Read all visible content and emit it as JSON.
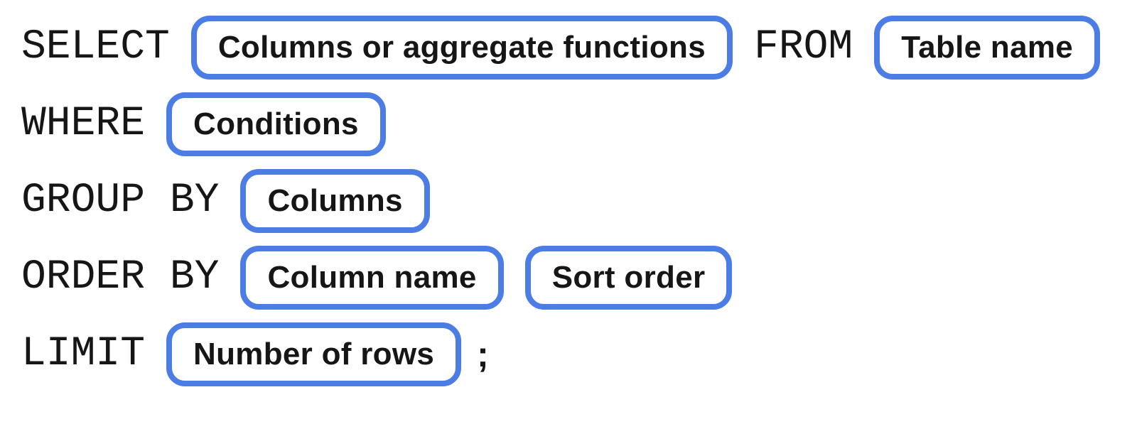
{
  "colors": {
    "background": "#ffffff",
    "pill_border": "#4C7DE4",
    "pill_background": "#ffffff",
    "text": "#161616"
  },
  "sql_template": {
    "rows": [
      {
        "keyword": "SELECT",
        "pill1": "Columns or aggregate functions",
        "keyword2": "FROM",
        "pill2": "Table name"
      },
      {
        "keyword": "WHERE",
        "pill1": "Conditions"
      },
      {
        "keyword": "GROUP BY",
        "pill1": "Columns"
      },
      {
        "keyword": "ORDER BY",
        "pill1": "Column name",
        "pill2": "Sort order"
      },
      {
        "keyword": "LIMIT",
        "pill1": "Number of rows",
        "punctuation": ";"
      }
    ]
  }
}
